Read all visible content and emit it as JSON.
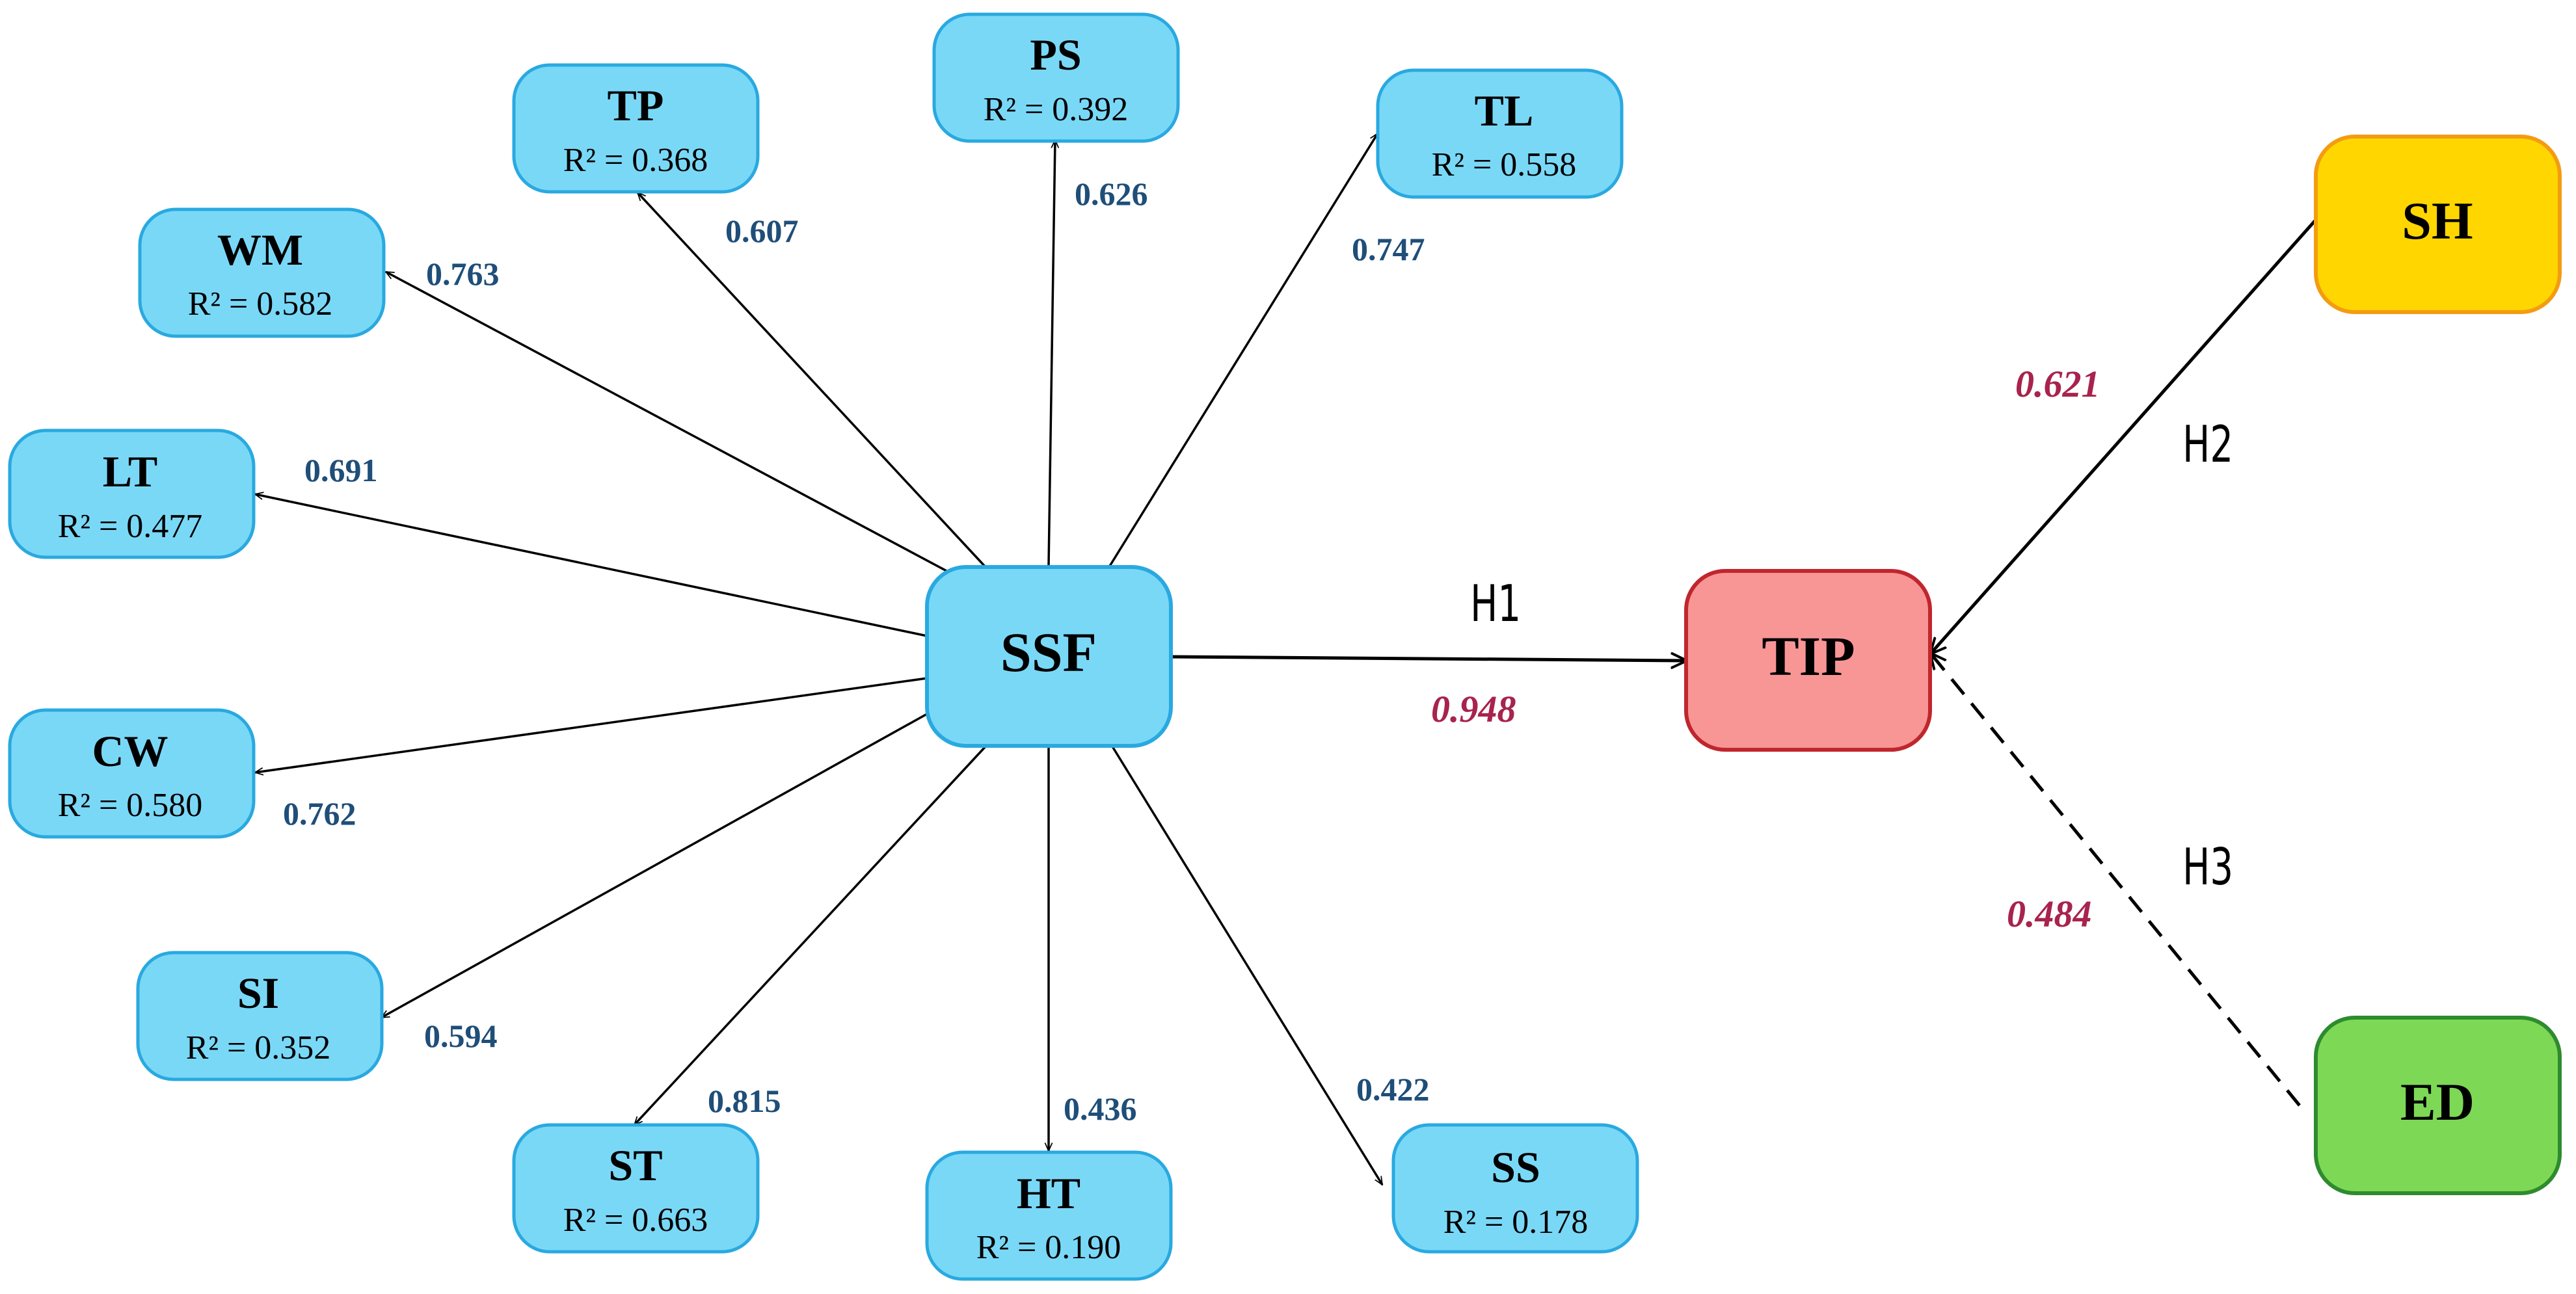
{
  "colors": {
    "indicator_fill": "#7ad8f7",
    "indicator_stroke": "#29a9e0",
    "tip_fill": "#f89595",
    "tip_stroke": "#c0262d",
    "sh_fill": "#ffd600",
    "sh_stroke": "#f39c12",
    "ed_fill": "#7dd856",
    "ed_stroke": "#2e8b2e",
    "loading_text": "#1f4e79",
    "coef_text": "#a8234e",
    "line": "#000000"
  },
  "nodes": {
    "ssf": {
      "label": "SSF"
    },
    "tip": {
      "label": "TIP"
    },
    "sh": {
      "label": "SH"
    },
    "ed": {
      "label": "ED"
    },
    "ps": {
      "label": "PS",
      "r2": "R² = 0.392"
    },
    "tp": {
      "label": "TP",
      "r2": "R² = 0.368"
    },
    "tl": {
      "label": "TL",
      "r2": "R² = 0.558"
    },
    "wm": {
      "label": "WM",
      "r2": "R² = 0.582"
    },
    "lt": {
      "label": "LT",
      "r2": "R² = 0.477"
    },
    "cw": {
      "label": "CW",
      "r2": "R² = 0.580"
    },
    "si": {
      "label": "SI",
      "r2": "R² = 0.352"
    },
    "st": {
      "label": "ST",
      "r2": "R² = 0.663"
    },
    "ht": {
      "label": "HT",
      "r2": "R² = 0.190"
    },
    "ss": {
      "label": "SS",
      "r2": "R² = 0.178"
    }
  },
  "loadings": {
    "ps": "0.626",
    "tp": "0.607",
    "tl": "0.747",
    "wm": "0.763",
    "lt": "0.691",
    "cw": "0.762",
    "si": "0.594",
    "st": "0.815",
    "ht": "0.436",
    "ss": "0.422"
  },
  "paths": {
    "h1": {
      "label": "H1",
      "coefficient": "0.948"
    },
    "h2": {
      "label": "H2",
      "coefficient": "0.621"
    },
    "h3": {
      "label": "H3",
      "coefficient": "0.484"
    }
  }
}
